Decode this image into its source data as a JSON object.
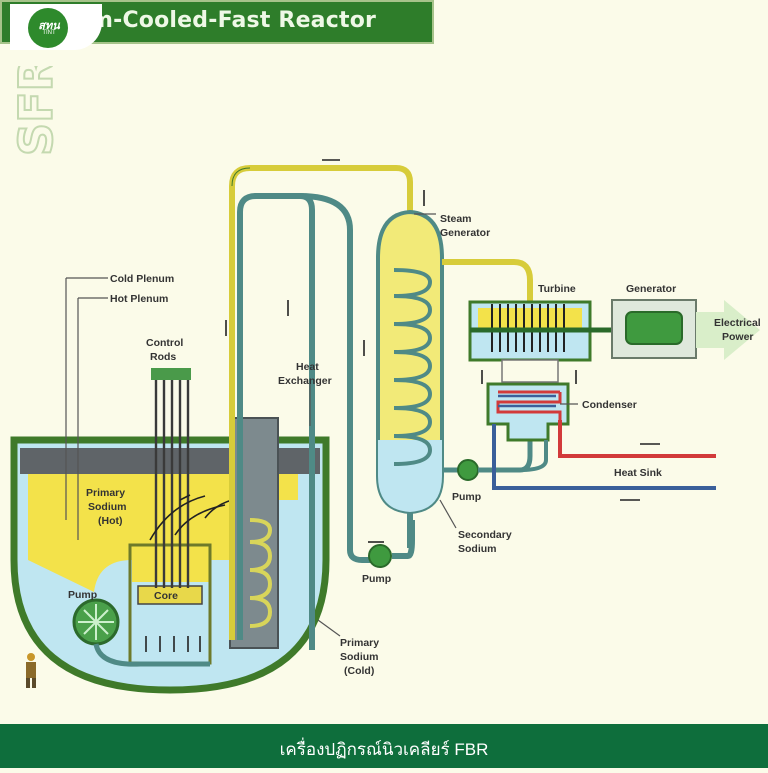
{
  "header": {
    "title": "m-Cooled-Fast Reactor",
    "logo_text": "สทน",
    "logo_subtext": "TINT",
    "side_label": "SFR"
  },
  "labels": {
    "cold_plenum": "Cold Plenum",
    "hot_plenum": "Hot Plenum",
    "control_rods_1": "Control",
    "control_rods_2": "Rods",
    "heat_exchanger_1": "Heat",
    "heat_exchanger_2": "Exchanger",
    "steam_generator_1": "Steam",
    "steam_generator_2": "Generator",
    "turbine": "Turbine",
    "generator": "Generator",
    "electrical_power_1": "Electrical",
    "electrical_power_2": "Power",
    "condenser": "Condenser",
    "heat_sink": "Heat Sink",
    "pump_sg": "Pump",
    "secondary_sodium_1": "Secondary",
    "secondary_sodium_2": "Sodium",
    "pump_secondary": "Pump",
    "primary_sodium_hot_1": "Primary",
    "primary_sodium_hot_2": "Sodium",
    "primary_sodium_hot_3": "(Hot)",
    "primary_sodium_cold_1": "Primary",
    "primary_sodium_cold_2": "Sodium",
    "primary_sodium_cold_3": "(Cold)",
    "pump_primary": "Pump",
    "core": "Core"
  },
  "footer": {
    "caption": "เครื่องปฏิกรณ์นิวเคลียร์ FBR"
  },
  "colors": {
    "banner_green": "#2e7d2a",
    "footer_green": "#0e6e3c",
    "vessel_outline": "#3f7a2a",
    "sodium_hot": "#f3e24a",
    "sodium_cold": "#bfe6f1",
    "secondary_loop": "#d7cc3a",
    "intermediate_loop": "#4f8a86",
    "hot_water": "#d23a3a",
    "cold_water": "#3a5f9a"
  }
}
